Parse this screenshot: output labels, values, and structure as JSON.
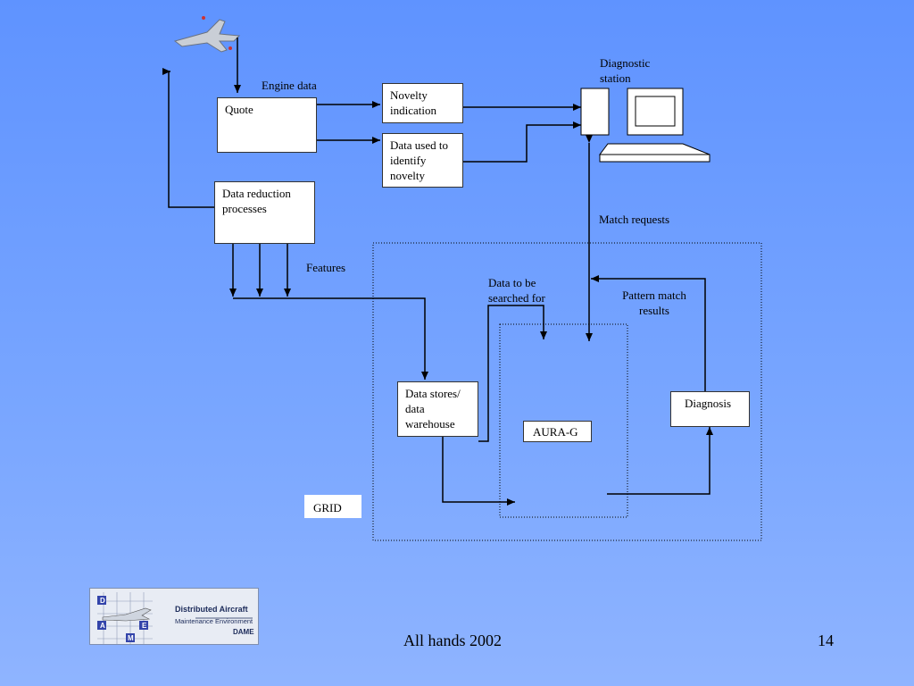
{
  "diagram": {
    "engine_data": "Engine data",
    "quote": "Quote",
    "novelty_indication": "Novelty indication",
    "data_used": "Data used to identify novelty",
    "diagnostic_station": "Diagnostic station",
    "data_reduction": "Data reduction processes",
    "match_requests": "Match requests",
    "features": "Features",
    "data_to_be_searched": "Data to be searched for",
    "pattern_match": "Pattern match results",
    "data_stores": "Data stores/ data warehouse",
    "diagnosis": "Diagnosis",
    "aura": "AURA-G",
    "grid": "GRID"
  },
  "footer": {
    "event": "All hands 2002",
    "page_number": "14"
  },
  "logo": {
    "line1": "Distributed Aircraft",
    "line2": "Maintenance Environment",
    "line3": "DAME",
    "letters": [
      "D",
      "A",
      "E",
      "M"
    ]
  }
}
